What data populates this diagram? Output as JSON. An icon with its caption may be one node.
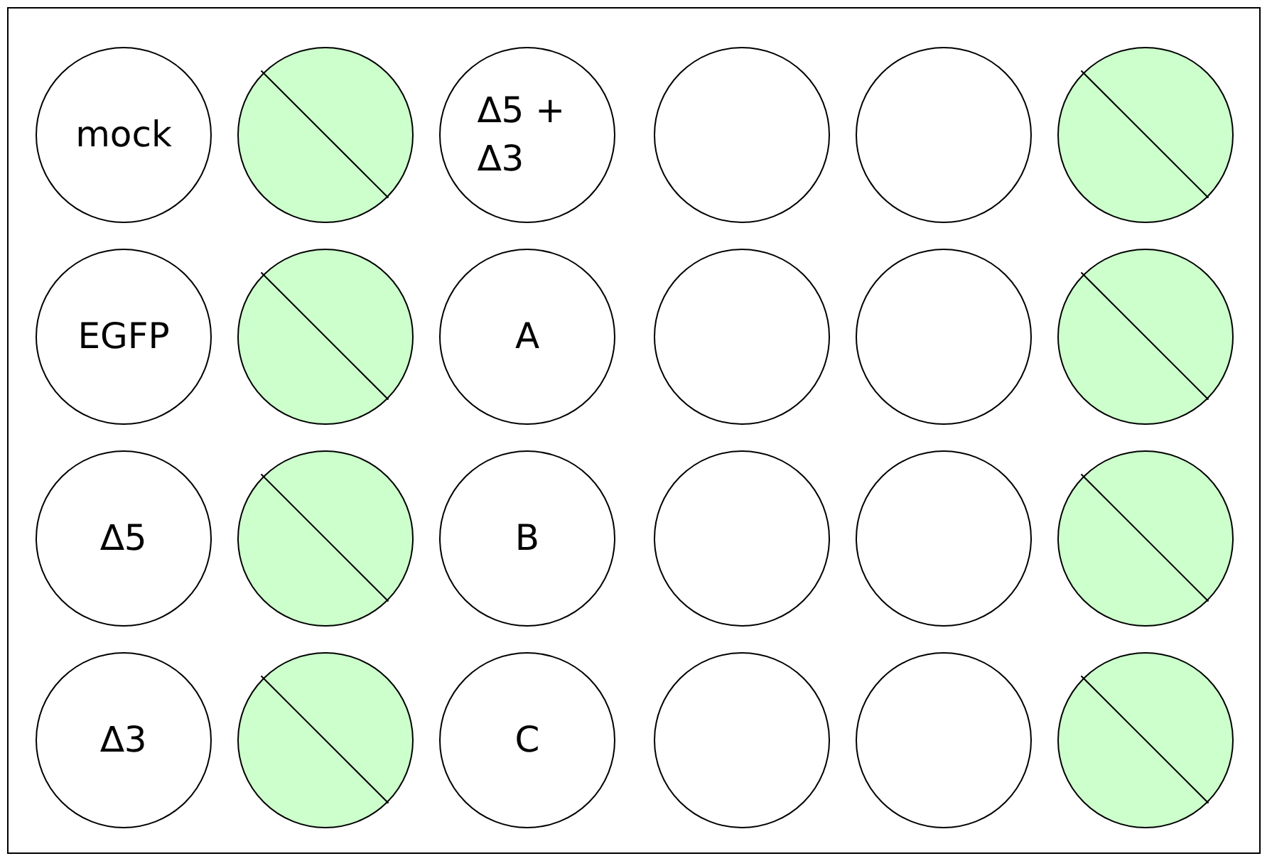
{
  "diagram": {
    "nodes": [
      {
        "text": [],
        "shape": "box"
      },
      {
        "text": [
          "mock"
        ],
        "in": 0
      },
      {
        "text": [],
        "shape": "circle",
        "in": 0
      },
      {
        "text": [
          "∆5 + ∆3"
        ],
        "in": 0
      },
      {
        "text": [],
        "shape": "circle",
        "in": 0
      },
      {
        "text": [],
        "shape": "circle",
        "in": 0
      },
      {
        "text": [],
        "shape": "circle",
        "in": 0
      },
      {
        "text": [
          "EGFP"
        ],
        "in": 0
      },
      {
        "text": [],
        "shape": "circle",
        "in": 0
      },
      {
        "text": [
          "A"
        ],
        "in": 0
      },
      {
        "text": [],
        "shape": "circle",
        "in": 0
      },
      {
        "text": [],
        "shape": "circle",
        "in": 0
      },
      {
        "text": [],
        "shape": "circle",
        "in": 0
      },
      {
        "text": [
          "∆5"
        ],
        "in": 0
      },
      {
        "text": [],
        "shape": "circle",
        "in": 0
      },
      {
        "text": [
          "B"
        ],
        "in": 0
      },
      {
        "text": [],
        "shape": "circle",
        "in": 0
      },
      {
        "text": [],
        "shape": "circle",
        "in": 0
      },
      {
        "text": [],
        "shape": "circle",
        "in": 0
      },
      {
        "text": [
          "∆3"
        ],
        "in": 0
      },
      {
        "text": [],
        "shape": "circle",
        "in": 0
      },
      {
        "text": [
          "C"
        ],
        "in": 0
      },
      {
        "text": [],
        "shape": "circle",
        "in": 0
      },
      {
        "text": [],
        "shape": "circle",
        "in": 0
      },
      {
        "text": [],
        "shape": "circle",
        "in": 0
      }
    ]
  }
}
